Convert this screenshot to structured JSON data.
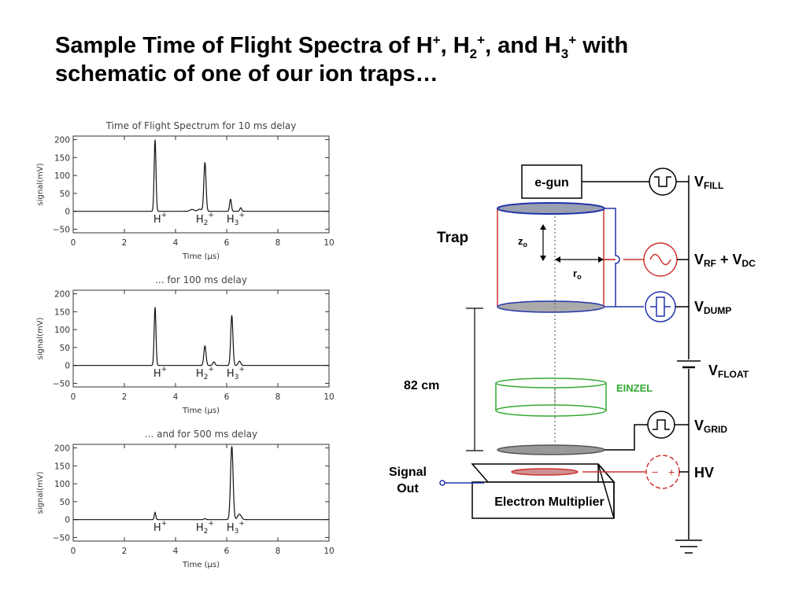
{
  "title": {
    "line1_a": "Sample Time of Flight Spectra of H",
    "line1_sup1": "+",
    "line1_b": ", H",
    "line1_sub2": "2",
    "line1_sup2": "+",
    "line1_c": ", and H",
    "line1_sub3": "3",
    "line1_sup3": "+",
    "line1_d": " with",
    "line2": "schematic of one of our ion traps…"
  },
  "chart_data": [
    {
      "type": "line",
      "title": "Time of Flight Spectrum for 10 ms delay",
      "xlabel": "Time (μs)",
      "ylabel": "signal(mV)",
      "xlim": [
        0,
        10
      ],
      "ylim": [
        -60,
        210
      ],
      "xticks": [
        0,
        2,
        4,
        6,
        8,
        10
      ],
      "yticks": [
        -50,
        0,
        50,
        100,
        150,
        200
      ],
      "grid": false,
      "series": [
        {
          "peaks": [
            {
              "x": 3.2,
              "height": 200,
              "width": 0.05
            },
            {
              "x": 4.65,
              "height": 5,
              "width": 0.12
            },
            {
              "x": 4.95,
              "height": 6,
              "width": 0.1
            },
            {
              "x": 5.15,
              "height": 137,
              "width": 0.06
            },
            {
              "x": 6.15,
              "height": 34,
              "width": 0.05
            },
            {
              "x": 6.55,
              "height": 10,
              "width": 0.05
            }
          ]
        }
      ],
      "annotations": [
        {
          "x": 3.4,
          "base": "H",
          "sub": "",
          "sup": "+"
        },
        {
          "x": 5.15,
          "base": "H",
          "sub": "2",
          "sup": "+"
        },
        {
          "x": 6.35,
          "base": "H",
          "sub": "3",
          "sup": "+"
        }
      ]
    },
    {
      "type": "line",
      "title": "... for 100 ms delay",
      "xlabel": "Time (μs)",
      "ylabel": "signal(mV)",
      "xlim": [
        0,
        10
      ],
      "ylim": [
        -60,
        210
      ],
      "xticks": [
        0,
        2,
        4,
        6,
        8,
        10
      ],
      "yticks": [
        -50,
        0,
        50,
        100,
        150,
        200
      ],
      "grid": false,
      "series": [
        {
          "peaks": [
            {
              "x": 3.2,
              "height": 163,
              "width": 0.05
            },
            {
              "x": 5.15,
              "height": 55,
              "width": 0.06
            },
            {
              "x": 5.5,
              "height": 10,
              "width": 0.06
            },
            {
              "x": 6.2,
              "height": 140,
              "width": 0.06
            },
            {
              "x": 6.5,
              "height": 12,
              "width": 0.07
            }
          ]
        }
      ],
      "annotations": [
        {
          "x": 3.4,
          "base": "H",
          "sub": "",
          "sup": "+"
        },
        {
          "x": 5.15,
          "base": "H",
          "sub": "2",
          "sup": "+"
        },
        {
          "x": 6.35,
          "base": "H",
          "sub": "3",
          "sup": "+"
        }
      ]
    },
    {
      "type": "line",
      "title": "... and for 500 ms delay",
      "xlabel": "Time (μs)",
      "ylabel": "signal(mV)",
      "xlim": [
        0,
        10
      ],
      "ylim": [
        -60,
        210
      ],
      "xticks": [
        0,
        2,
        4,
        6,
        8,
        10
      ],
      "yticks": [
        -50,
        0,
        50,
        100,
        150,
        200
      ],
      "grid": false,
      "series": [
        {
          "peaks": [
            {
              "x": 3.2,
              "height": 20,
              "width": 0.04
            },
            {
              "x": 5.15,
              "height": 3,
              "width": 0.05
            },
            {
              "x": 6.2,
              "height": 205,
              "width": 0.07
            },
            {
              "x": 6.5,
              "height": 15,
              "width": 0.1
            }
          ]
        }
      ],
      "annotations": [
        {
          "x": 3.4,
          "base": "H",
          "sub": "",
          "sup": "+"
        },
        {
          "x": 5.15,
          "base": "H",
          "sub": "2",
          "sup": "+"
        },
        {
          "x": 6.35,
          "base": "H",
          "sub": "3",
          "sup": "+"
        }
      ]
    }
  ],
  "schematic": {
    "egun": "e-gun",
    "trap": "Trap",
    "z0": "z",
    "z0_sub": "o",
    "r0": "r",
    "r0_sub": "o",
    "distance": "82 cm",
    "einzel": "EINZEL",
    "signal_out_line1": "Signal",
    "signal_out_line2": "Out",
    "multiplier": "Electron Multiplier",
    "v_fill": "V",
    "v_fill_sub": "FILL",
    "v_rf": "V",
    "v_rf_sub": "RF",
    "v_plus": " + V",
    "v_dc_sub": "DC",
    "v_dump": "V",
    "v_dump_sub": "DUMP",
    "v_float": "V",
    "v_float_sub": "FLOAT",
    "v_grid": "V",
    "v_grid_sub": "GRID",
    "hv": "HV",
    "hv_minus": "−",
    "hv_plus": "+",
    "colors": {
      "blue": "#2233aa",
      "red": "#cc3333",
      "green": "#33aa33",
      "gray": "#888888"
    }
  }
}
